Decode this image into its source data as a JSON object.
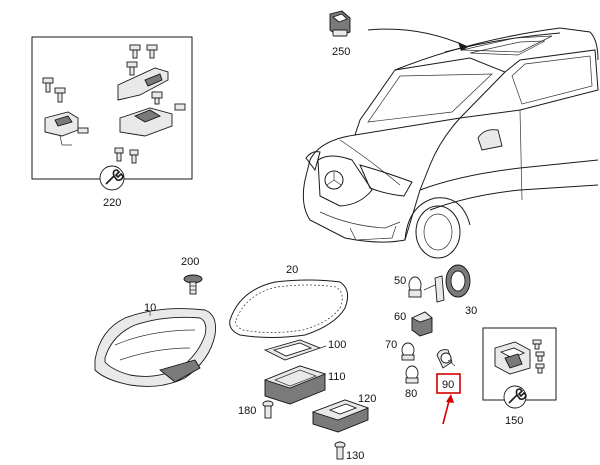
{
  "diagram": {
    "colors": {
      "line": "#1a1a1a",
      "highlight": "#d40000",
      "background": "#ffffff"
    },
    "callouts": {
      "c10": "10",
      "c20": "20",
      "c30": "30",
      "c50": "50",
      "c60": "60",
      "c70": "70",
      "c80": "80",
      "c90": "90",
      "c100": "100",
      "c110": "110",
      "c120": "120",
      "c130": "130",
      "c150": "150",
      "c180": "180",
      "c200": "200",
      "c220": "220",
      "c250": "250"
    },
    "icons": {
      "tool_220": "wrench-icon",
      "tool_150": "wrench-icon"
    },
    "highlighted_part": "90"
  }
}
